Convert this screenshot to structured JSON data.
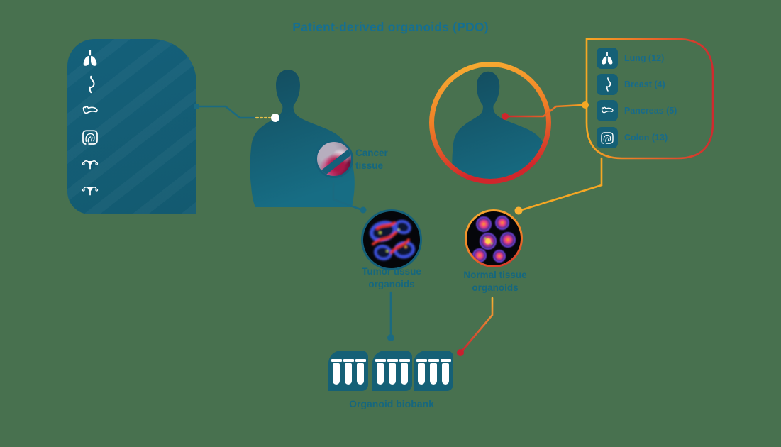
{
  "title": "Patient-derived organoids (PDO)",
  "colors": {
    "background": "#48714f",
    "teal_panel": "#14607a",
    "teal_line": "#1b6a80",
    "text_teal": "#15677f",
    "title_teal": "#156f92",
    "yellow": "#f8b133",
    "orange": "#f07f26",
    "red": "#d0262c",
    "white": "#ffffff"
  },
  "left_panel": {
    "icons": [
      "lungs",
      "breast",
      "pancreas",
      "colon",
      "uterus",
      "uterus"
    ]
  },
  "cancer_tissue": {
    "label": "Cancer tissue"
  },
  "tumor_organoids": {
    "label": "Tumor tissue organoids"
  },
  "normal_organoids": {
    "label": "Normal tissue organoids"
  },
  "biobank": {
    "label": "Organoid biobank",
    "racks": 3,
    "tubes_per_rack": 3
  },
  "right_panel": {
    "items": [
      {
        "icon": "lungs",
        "label": "Lung (12)"
      },
      {
        "icon": "breast",
        "label": "Breast (4)"
      },
      {
        "icon": "pancreas",
        "label": "Pancreas (5)"
      },
      {
        "icon": "colon",
        "label": "Colon (13)"
      }
    ]
  }
}
